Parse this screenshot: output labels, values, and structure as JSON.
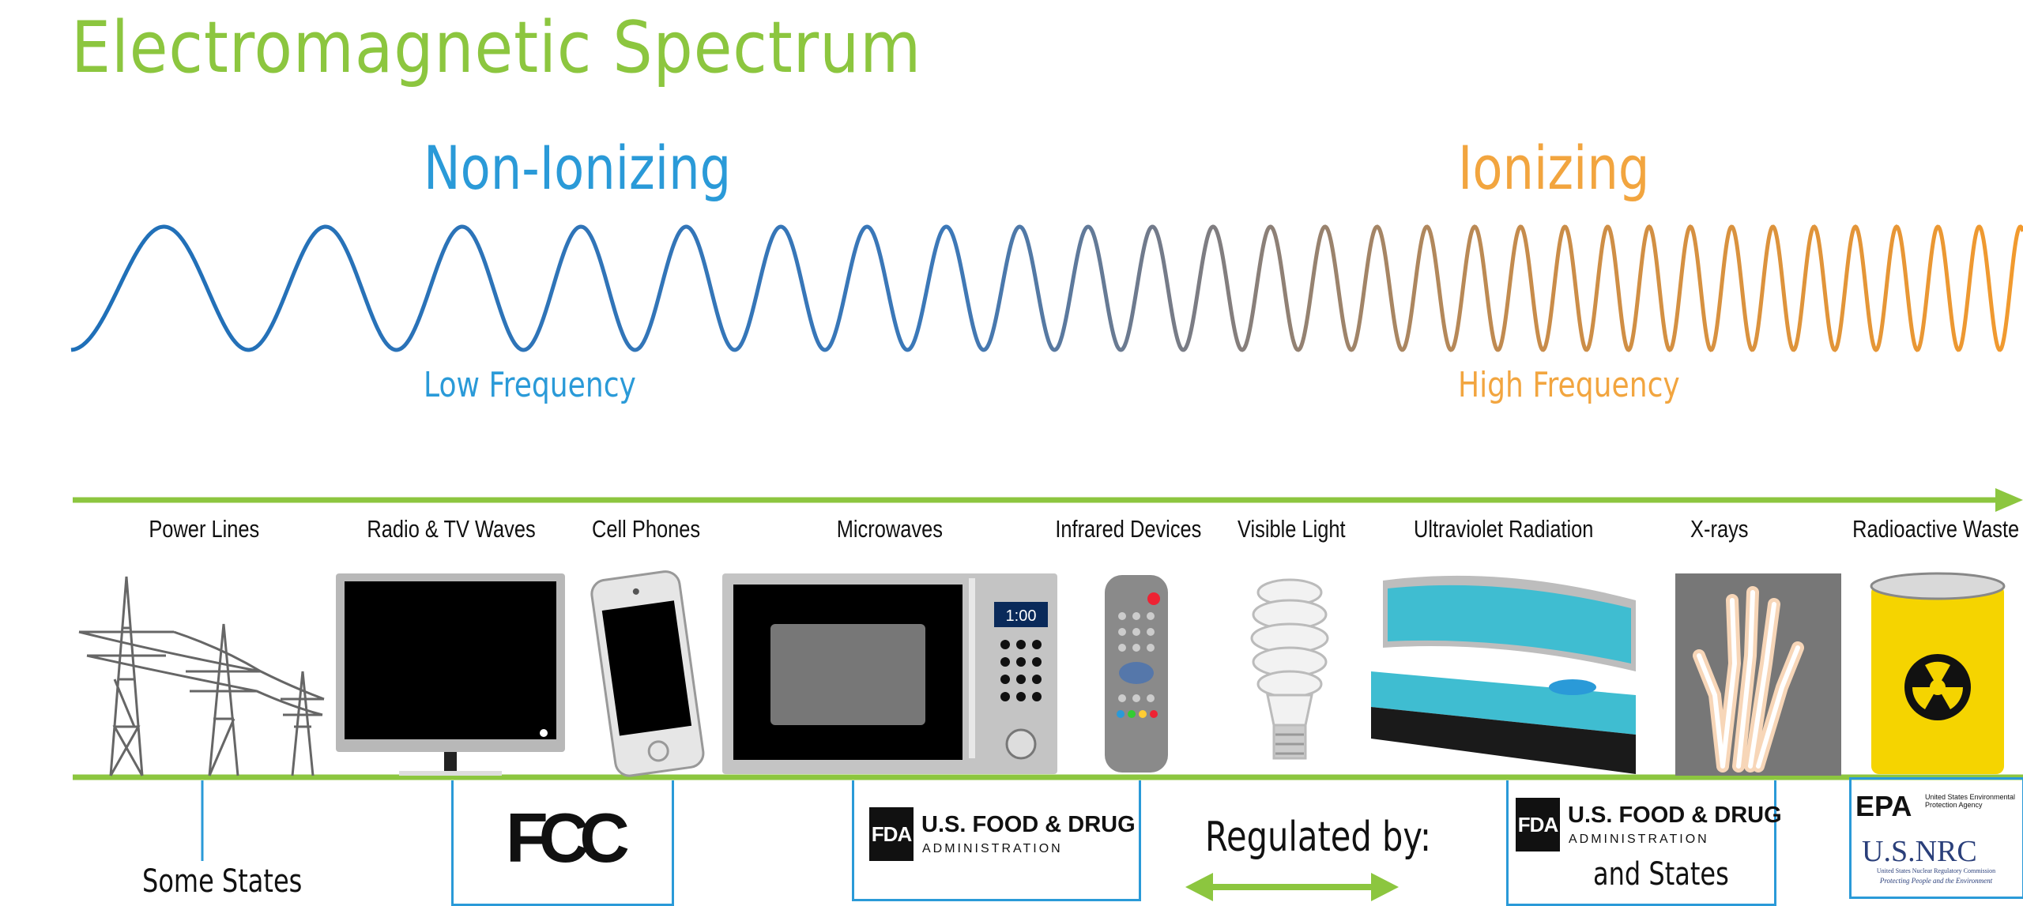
{
  "title": "Electromagnetic Spectrum",
  "non_ionizing": {
    "label": "Non-Ionizing",
    "sublabel": "Low Frequency",
    "color": "#2a9ad8"
  },
  "ionizing": {
    "label": "Ionizing",
    "sublabel": "High Frequency",
    "color": "#f2a53f"
  },
  "accent_color": "#8cc63f",
  "categories": [
    {
      "label": "Power Lines",
      "icon": "power-lines-icon"
    },
    {
      "label": "Radio & TV Waves",
      "icon": "television-icon"
    },
    {
      "label": "Cell Phones",
      "icon": "cell-phone-icon"
    },
    {
      "label": "Microwaves",
      "icon": "microwave-icon"
    },
    {
      "label": "Infrared Devices",
      "icon": "remote-control-icon"
    },
    {
      "label": "Visible Light",
      "icon": "light-bulb-icon"
    },
    {
      "label": "Ultraviolet Radiation",
      "icon": "tanning-bed-icon"
    },
    {
      "label": "X-rays",
      "icon": "xray-hand-icon"
    },
    {
      "label": "Radioactive Waste",
      "icon": "radioactive-barrel-icon"
    }
  ],
  "microwave_display": "1:00",
  "regulators": {
    "power_lines": "Some States",
    "radio_tv": "FCC",
    "fda": {
      "main": "U.S. FOOD & DRUG",
      "sub": "ADMINISTRATION",
      "logo": "FDA"
    },
    "uv_extra": "and States",
    "epa": {
      "logo": "EPA",
      "text": "United States Environmental Protection Agency"
    },
    "nrc": {
      "logo": "U.S.NRC",
      "text": "United States Nuclear Regulatory Commission",
      "tagline": "Protecting People and the Environment"
    }
  },
  "regulated_by": "Regulated by:"
}
